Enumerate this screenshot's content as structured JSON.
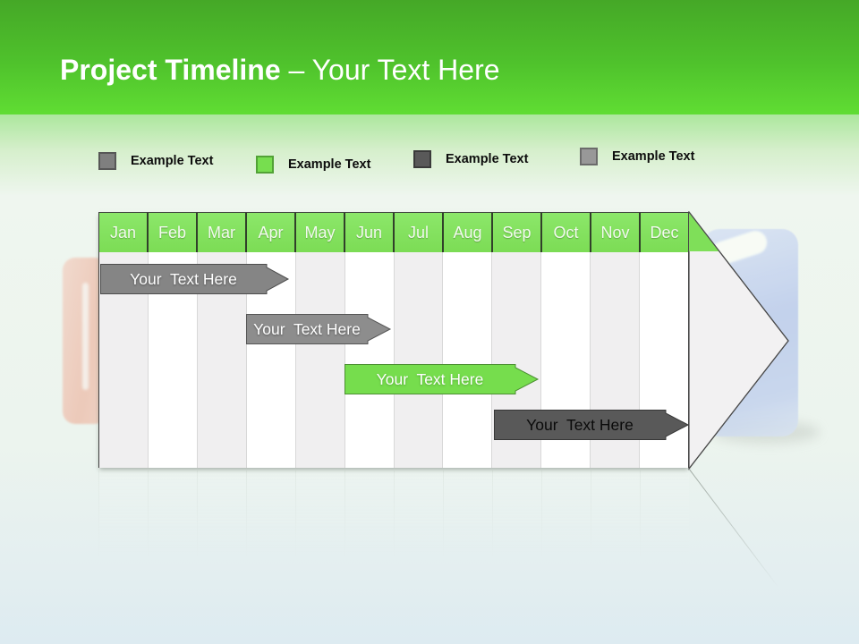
{
  "header": {
    "title_bold": "Project Timeline",
    "title_rest": "– Your Text Here"
  },
  "legend": {
    "items": [
      {
        "label": "Example Text",
        "color": "#7f7f7f"
      },
      {
        "label": "Example Text",
        "color": "#77de4f"
      },
      {
        "label": "Example Text",
        "color": "#595959"
      },
      {
        "label": "Example Text",
        "color": "#989898"
      }
    ]
  },
  "timeline": {
    "months": [
      "Jan",
      "Feb",
      "Mar",
      "Apr",
      "May",
      "Jun",
      "Jul",
      "Aug",
      "Sep",
      "Oct",
      "Nov",
      "Dec"
    ],
    "header_color": "#84e260",
    "bars": [
      {
        "label": "Your  Text Here",
        "color": "#858585",
        "text_color": "#ffffff",
        "span": "Jan–early Apr"
      },
      {
        "label": "Your  Text Here",
        "color": "#8d8d8d",
        "text_color": "#ffffff",
        "span": "Apr–mid Jun"
      },
      {
        "label": "Your  Text Here",
        "color": "#76dd4d",
        "text_color": "#ffffff",
        "span": "Jun–early Oct"
      },
      {
        "label": "Your  Text Here",
        "color": "#595959",
        "text_color": "#000000",
        "span": "Sep–Dec"
      }
    ]
  },
  "colors": {
    "band_green_top": "#45a827",
    "band_green_bottom": "#60dd33",
    "arrow_fill": "#f2f1f2",
    "column_shaded": "#f0eff0",
    "column_plain": "#ffffff"
  }
}
